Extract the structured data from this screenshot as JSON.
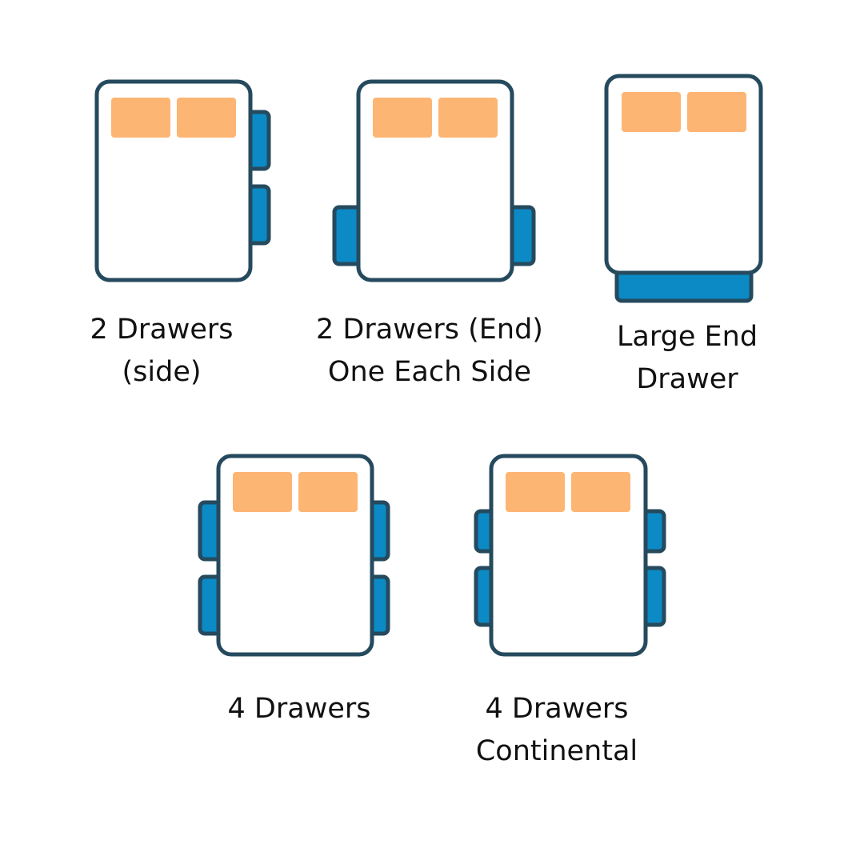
{
  "colors": {
    "outline": "#254a5e",
    "drawer_fill": "#0b8ac5",
    "pillow_fill": "#fdb573",
    "bed_fill": "#ffffff",
    "background": "#ffffff"
  },
  "beds": [
    {
      "id": "two-drawers-side",
      "caption": [
        "2 Drawers",
        "(side)"
      ]
    },
    {
      "id": "two-drawers-end-one-each-side",
      "caption": [
        "2 Drawers (End)",
        "One Each Side"
      ]
    },
    {
      "id": "large-end-drawer",
      "caption": [
        "Large End",
        "Drawer"
      ]
    },
    {
      "id": "four-drawers",
      "caption": [
        "4 Drawers"
      ]
    },
    {
      "id": "four-drawers-continental",
      "caption": [
        "4 Drawers",
        "Continental"
      ]
    }
  ]
}
